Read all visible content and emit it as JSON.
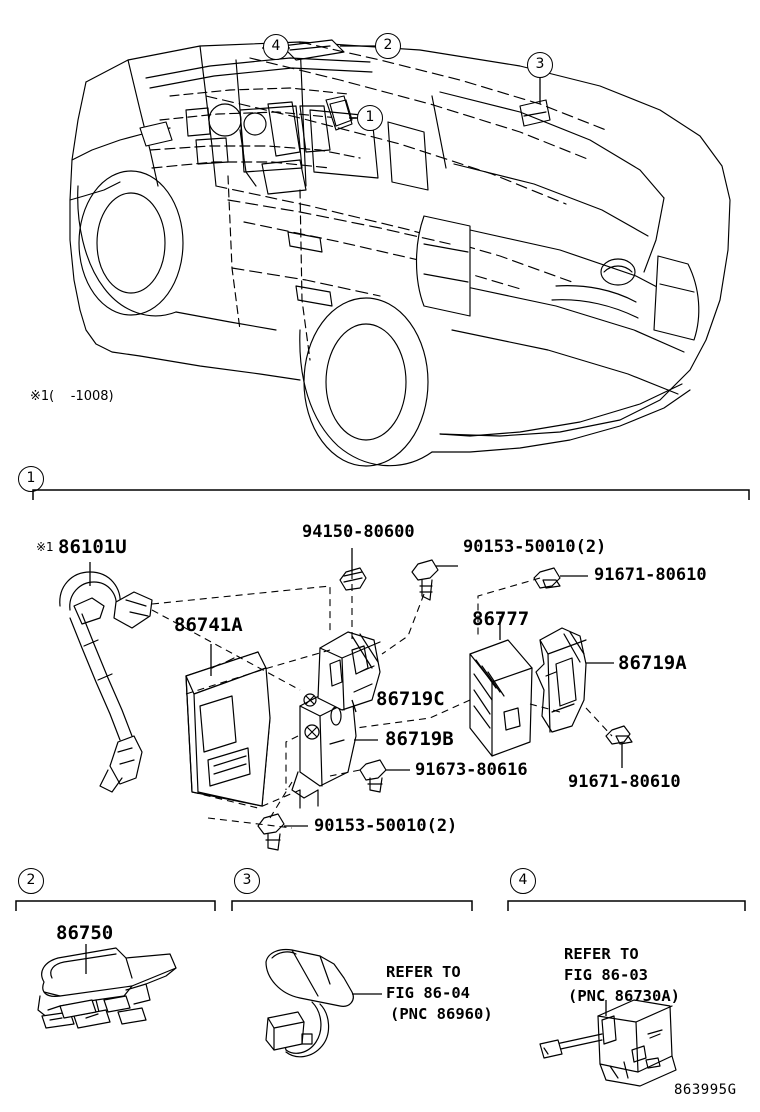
{
  "diagram": {
    "code": "863995G",
    "vehicle_note": "※1(    -1008)"
  },
  "vehicle_callouts": [
    {
      "id": "1",
      "label": "1"
    },
    {
      "id": "2",
      "label": "2"
    },
    {
      "id": "3",
      "label": "3"
    },
    {
      "id": "4",
      "label": "4"
    }
  ],
  "section1": {
    "callout": "1",
    "parts": [
      {
        "key": "mark",
        "label": "※1"
      },
      {
        "key": "p86101U",
        "label": "86101U"
      },
      {
        "key": "p86741A",
        "label": "86741A"
      },
      {
        "key": "p94150",
        "label": "94150-80600"
      },
      {
        "key": "p90153_top",
        "label": "90153-50010(2)"
      },
      {
        "key": "p91671_top",
        "label": "91671-80610"
      },
      {
        "key": "p86777",
        "label": "86777"
      },
      {
        "key": "p86719A",
        "label": "86719A"
      },
      {
        "key": "p86719C",
        "label": "86719C"
      },
      {
        "key": "p86719B",
        "label": "86719B"
      },
      {
        "key": "p91673",
        "label": "91673-80616"
      },
      {
        "key": "p91671_bot",
        "label": "91671-80610"
      },
      {
        "key": "p90153_bot",
        "label": "90153-50010(2)"
      }
    ]
  },
  "section2": {
    "callout": "2",
    "part_label": "86750"
  },
  "section3": {
    "callout": "3",
    "refer_line1": "REFER TO",
    "refer_line2": "FIG 86-04",
    "refer_line3": "(PNC 86960)"
  },
  "section4": {
    "callout": "4",
    "refer_line1": "REFER TO",
    "refer_line2": "FIG 86-03",
    "refer_line3": "(PNC 86730A)"
  }
}
